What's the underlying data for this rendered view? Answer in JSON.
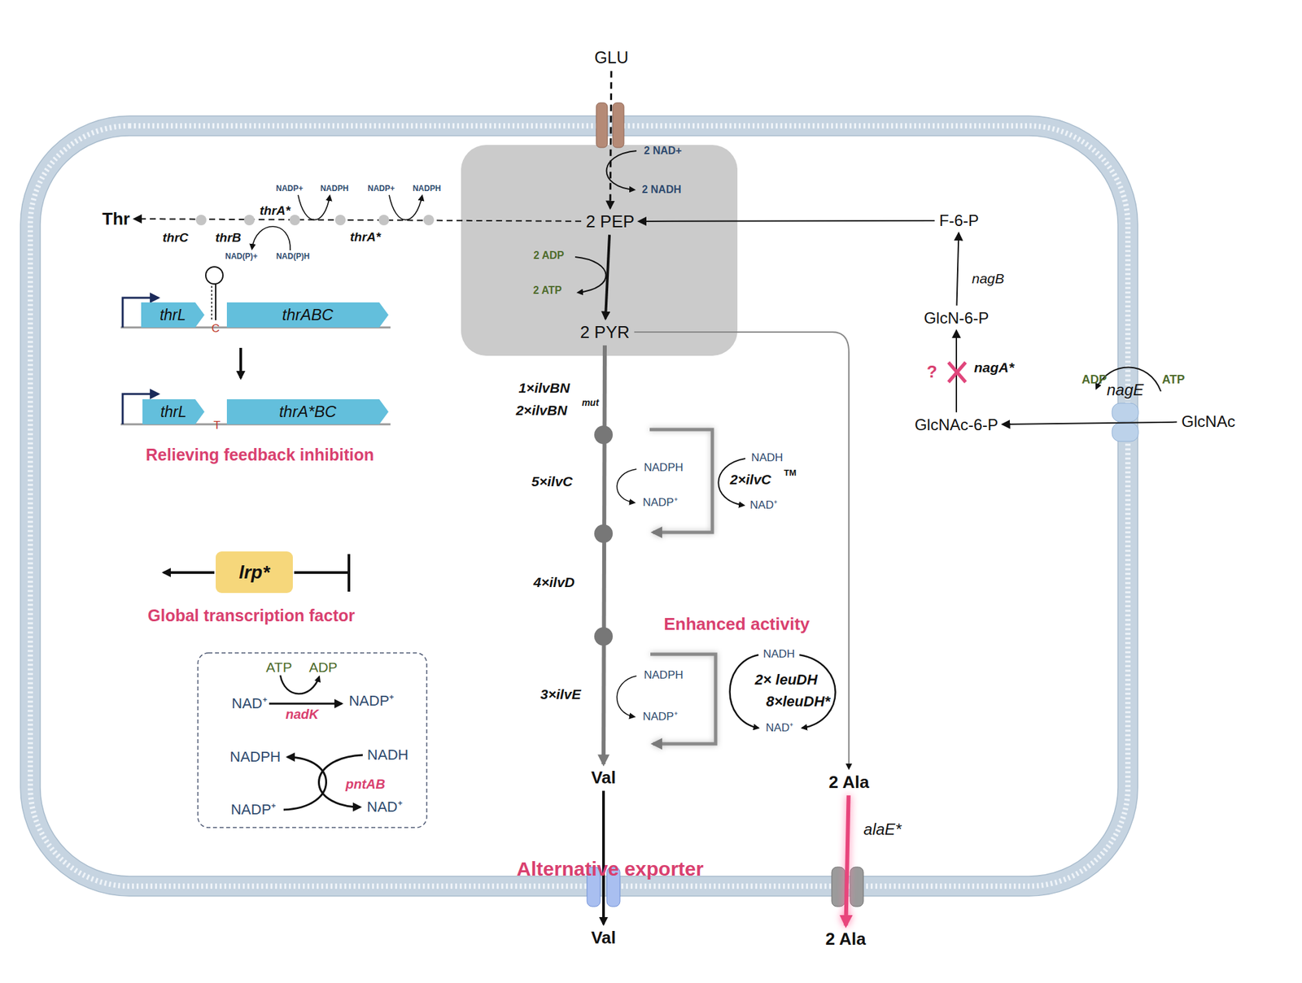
{
  "diagram": {
    "nodes": [
      {
        "text": [
          "GLU"
        ]
      },
      {
        "text": [
          "2 PEP"
        ]
      },
      {
        "text": [
          "2 PYR"
        ]
      },
      {
        "text": [
          "Thr"
        ]
      },
      {
        "text": [
          "F-6-P"
        ]
      },
      {
        "text": [
          "GlcN-6-P"
        ]
      },
      {
        "text": [
          "GlcNAc-6-P"
        ]
      },
      {
        "text": [
          "GlcNAc"
        ]
      },
      {
        "text": [
          "Val"
        ]
      },
      {
        "text": [
          "Val"
        ]
      },
      {
        "text": [
          "2 Ala"
        ]
      },
      {
        "text": [
          "2 Ala"
        ]
      },
      {
        "text": [
          "lrp*"
        ]
      },
      {
        "text": [
          "thrL"
        ]
      },
      {
        "text": [
          "thrABC"
        ]
      },
      {
        "text": [
          "thrL"
        ]
      },
      {
        "text": [
          "thrA*BC"
        ]
      }
    ],
    "edges": [
      {
        "from": 0,
        "to": 1,
        "arrow": "to"
      },
      {
        "from": 1,
        "to": 2,
        "arrow": "to"
      },
      {
        "from": 1,
        "to": 3,
        "arrow": "to"
      },
      {
        "from": 4,
        "to": 1,
        "arrow": "to"
      },
      {
        "from": 6,
        "to": 5,
        "arrow": "to"
      },
      {
        "from": 5,
        "to": 4,
        "arrow": "to"
      },
      {
        "from": 7,
        "to": 6,
        "arrow": "to"
      },
      {
        "from": 2,
        "to": 8,
        "arrow": "to"
      },
      {
        "from": 2,
        "to": 10,
        "arrow": "to"
      },
      {
        "from": 8,
        "to": 9,
        "arrow": "to"
      },
      {
        "from": 10,
        "to": 11,
        "arrow": "to"
      }
    ],
    "labels": [
      "2 NAD+",
      "2 NADH",
      "2 ADP",
      "2 ATP",
      "thrC",
      "thrB",
      "thrA*",
      "thrA*",
      "NADP+",
      "NADPH",
      "NADP+",
      "NADPH",
      "NAD(P)+",
      "NAD(P)H",
      "C",
      "T",
      "Relieving feedback inhibition",
      "nagB",
      "?",
      "nagA*",
      "ADP",
      "nagE",
      "ATP",
      "1×ilvBN",
      "2×ilvBN",
      "mut",
      "NADPH",
      "NADP⁺",
      "NADH",
      "2×ilvC",
      "TM",
      "NAD⁺",
      "5×ilvC",
      "4×ilvD",
      "3×ilvE",
      "NADPH",
      "NADP⁺",
      "NADH",
      "2× leuDH",
      "8×leuDH*",
      "NAD⁺",
      "Enhanced activity",
      "alaE*",
      "Alternative exporter",
      "Global transcription factor",
      "ATP",
      "ADP",
      "NAD⁺",
      "nadK",
      "NADP⁺",
      "NADPH",
      "NADH",
      "pntAB",
      "NADP⁺",
      "NAD⁺"
    ]
  }
}
